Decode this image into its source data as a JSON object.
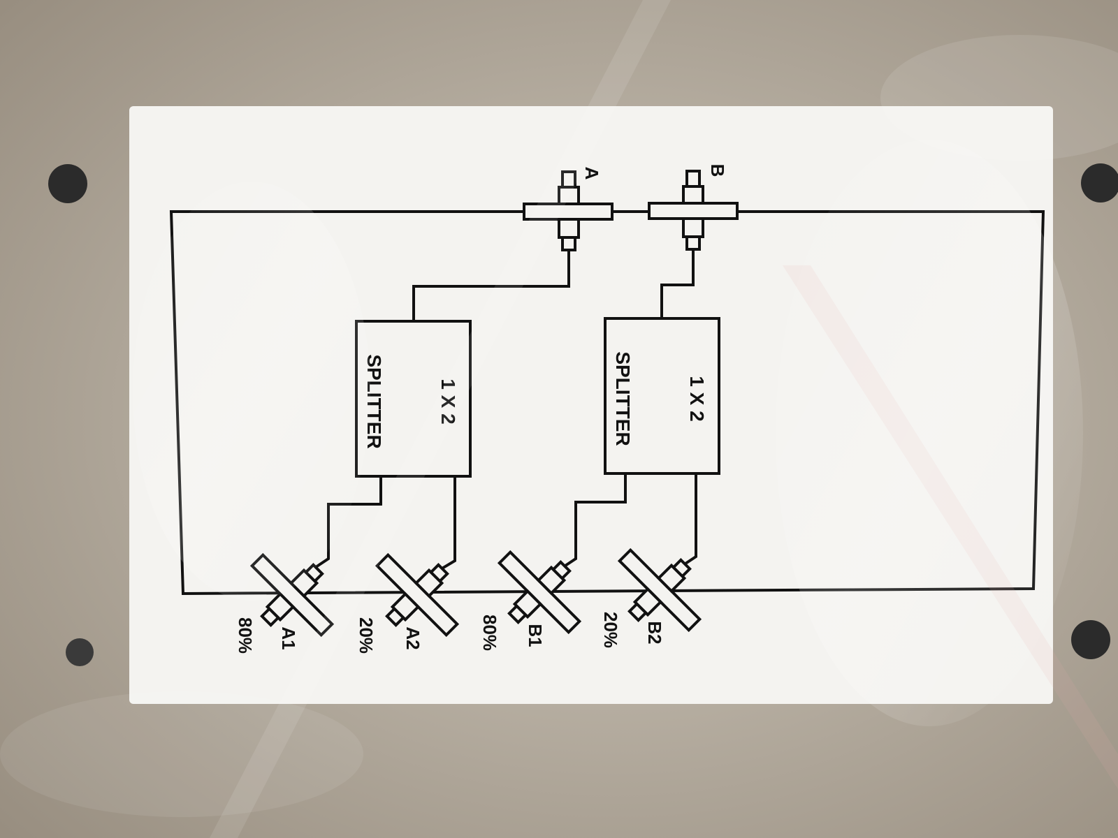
{
  "diagram": {
    "inputs": [
      {
        "id": "input-a",
        "label": "A"
      },
      {
        "id": "input-b",
        "label": "B"
      }
    ],
    "splitters": [
      {
        "id": "splitter-a",
        "type_label": "1 X 2",
        "name_label": "SPLITTER"
      },
      {
        "id": "splitter-b",
        "type_label": "1 X 2",
        "name_label": "SPLITTER"
      }
    ],
    "outputs": [
      {
        "id": "output-a1",
        "label": "A1",
        "ratio": "80%"
      },
      {
        "id": "output-a2",
        "label": "A2",
        "ratio": "20%"
      },
      {
        "id": "output-b1",
        "label": "B1",
        "ratio": "80%"
      },
      {
        "id": "output-b2",
        "label": "B2",
        "ratio": "20%"
      }
    ]
  },
  "colors": {
    "background": "#b3aa9b",
    "panel": "#f4f3f0",
    "ink": "#111111"
  }
}
